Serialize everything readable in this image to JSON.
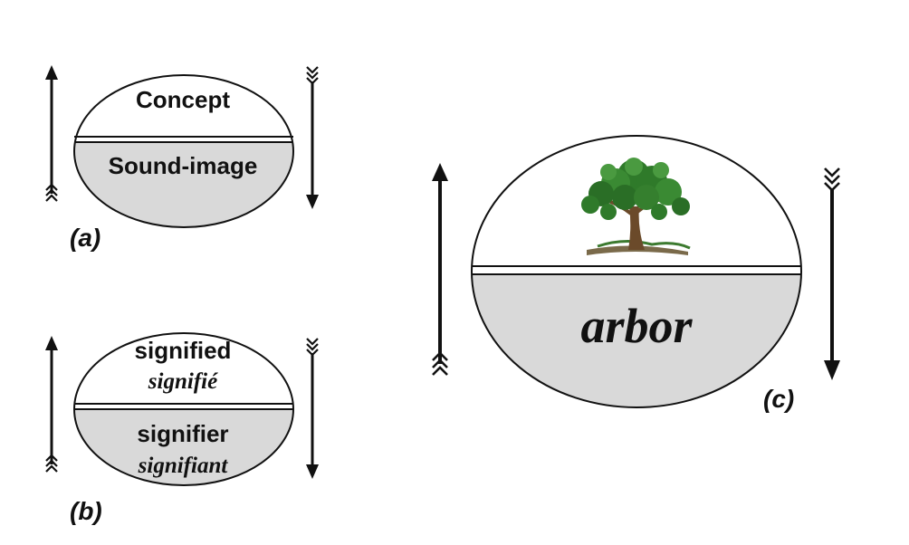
{
  "diagram_a": {
    "upper_label": "Concept",
    "lower_label": "Sound-image",
    "caption": "(a)"
  },
  "diagram_b": {
    "upper_label": "signified",
    "upper_sublabel": "signifié",
    "lower_label": "signifier",
    "lower_sublabel": "signifiant",
    "caption": "(b)"
  },
  "diagram_c": {
    "upper_image": "tree-icon",
    "lower_label": "arbor",
    "caption": "(c)"
  },
  "colors": {
    "lower_fill": "#d9d9d9",
    "upper_fill": "#ffffff",
    "stroke": "#111111",
    "tree_foliage": "#2f7a2a",
    "tree_trunk": "#6b4a2a"
  }
}
